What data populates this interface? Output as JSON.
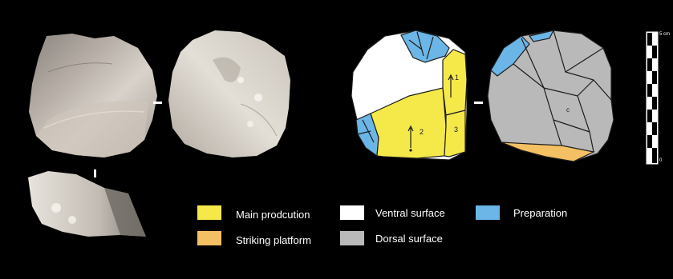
{
  "legend": {
    "items": [
      {
        "label": "Main prodcution",
        "color": "#f5e94a"
      },
      {
        "label": "Ventral surface",
        "color": "#ffffff"
      },
      {
        "label": "Preparation",
        "color": "#6bb6e6"
      },
      {
        "label": "Striking platform",
        "color": "#f4c064"
      },
      {
        "label": "Dorsal surface",
        "color": "#b9b9b9"
      }
    ]
  },
  "drawing": {
    "scar_numbers": [
      "1",
      "2",
      "3"
    ],
    "cortex_label": "c"
  },
  "scale_bar": {
    "top_label": "5 cm",
    "bottom_label": "0"
  },
  "colors": {
    "background": "#000000",
    "flint_light": "#d6d0c8",
    "flint_dark": "#8f8a85",
    "outline": "#1c1c1c"
  }
}
